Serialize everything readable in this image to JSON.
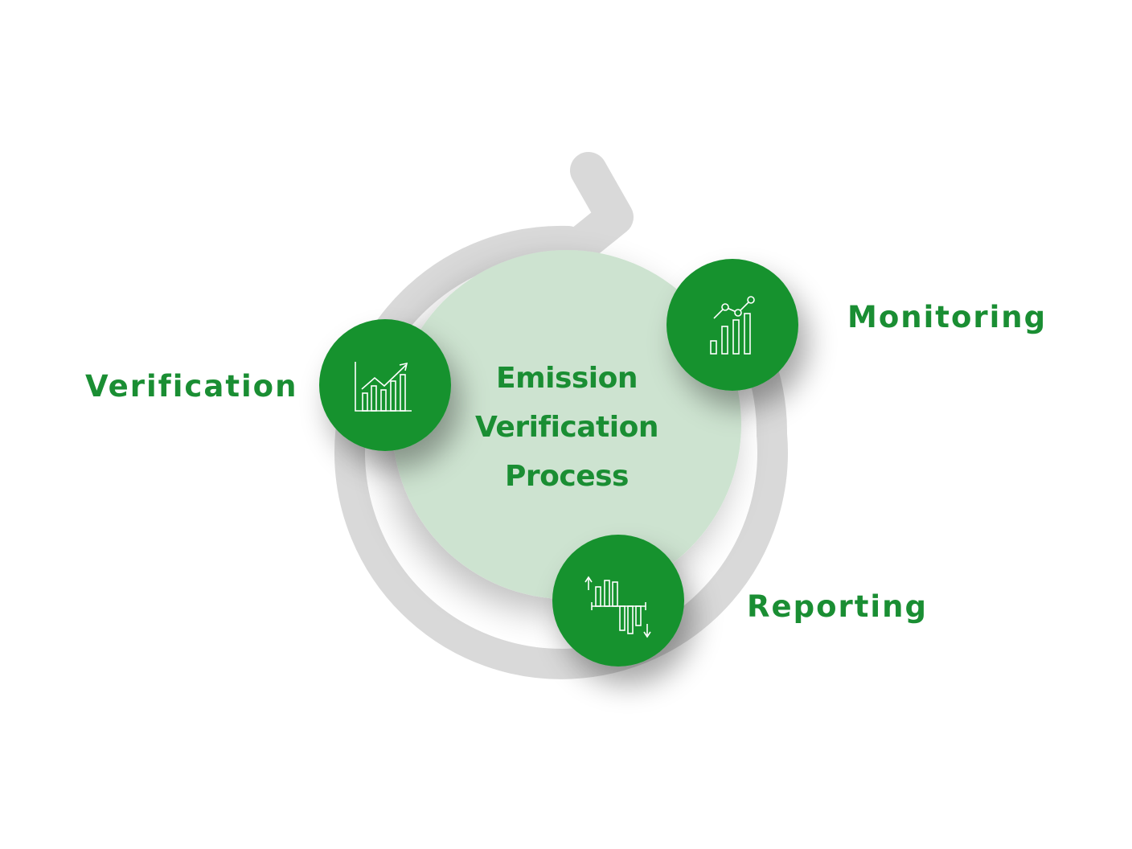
{
  "center": {
    "title_lines": [
      "Emission",
      "Verification",
      "Process"
    ]
  },
  "stages": {
    "monitoring": {
      "label": "Monitoring",
      "icon": "bar-line-chart-icon"
    },
    "verification": {
      "label": "Verification",
      "icon": "growth-chart-icon"
    },
    "reporting": {
      "label": "Reporting",
      "icon": "up-down-bars-icon"
    }
  },
  "colors": {
    "accent": "#1a8e33",
    "ring": "#d9d9d9",
    "center_fill": "#cde3d0",
    "icon_stroke": "#ffffff"
  }
}
